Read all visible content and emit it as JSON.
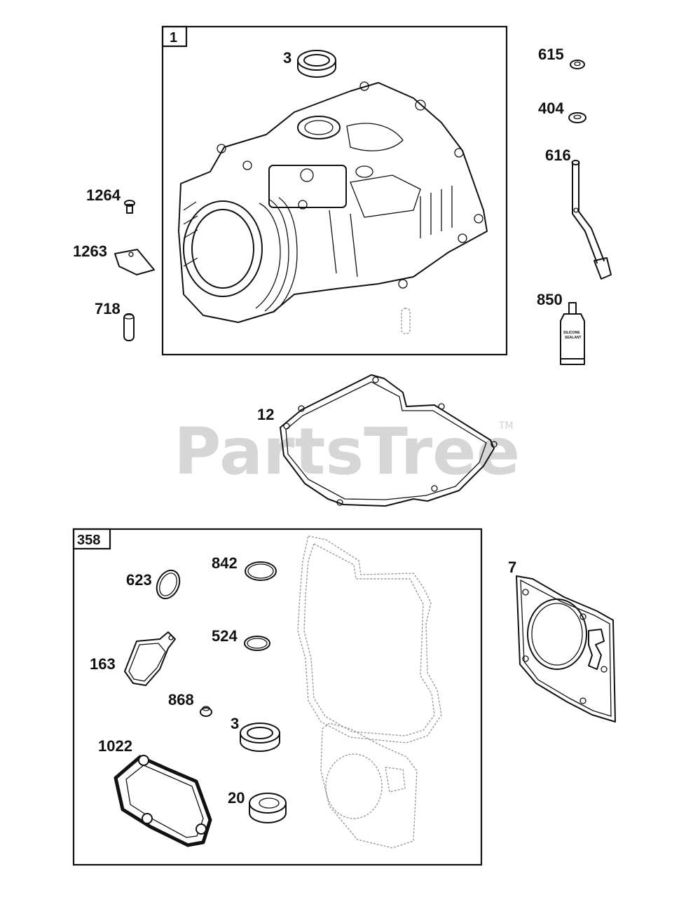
{
  "watermark": {
    "text": "PartsTree",
    "tm": "TM"
  },
  "groups": [
    {
      "id": "group-1",
      "label": "1"
    },
    {
      "id": "group-358",
      "label": "358"
    }
  ],
  "callouts": {
    "c3_top": "3",
    "c615": "615",
    "c404": "404",
    "c616": "616",
    "c850": "850",
    "c1264": "1264",
    "c1263": "1263",
    "c718": "718",
    "c12": "12",
    "c842": "842",
    "c623": "623",
    "c524": "524",
    "c163": "163",
    "c868": "868",
    "c3_bottom": "3",
    "c1022": "1022",
    "c20": "20",
    "c7": "7"
  },
  "tube_text": {
    "line1": "SILICONE",
    "line2": "SEALANT"
  }
}
